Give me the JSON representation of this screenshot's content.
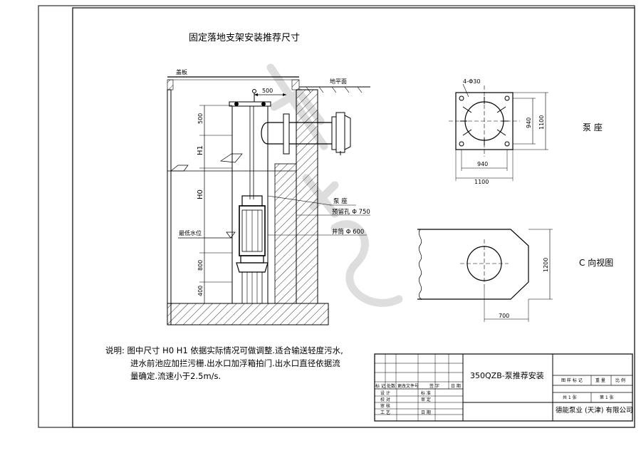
{
  "title": "固定落地支架安装推荐尺寸",
  "labels": {
    "cover_plate": "盖板",
    "ground": "地平面",
    "dim_500_top": "500",
    "dim_500_v": "500",
    "h1": "H1",
    "h0": "H0",
    "dim_800": "800",
    "dim_400": "400",
    "min_water": "最低水位",
    "pump_seat": "泵 座",
    "reserved_hole": "预留孔 Φ 750",
    "well_pipe": "井筒 Φ 600"
  },
  "seat_view": {
    "holes": "4-Φ30",
    "w_inner": "940",
    "w_outer": "1100",
    "h_inner": "940",
    "h_outer": "1100",
    "name": "泵 座"
  },
  "c_view": {
    "h": "1200",
    "w": "700",
    "name": "C 向视图"
  },
  "note": {
    "line1": "说明: 图中尺寸 H0 H1 依据实际情况可做调整.适合输送轻度污水,",
    "line2": "进水前池应加拦污栅.出水口加浮箱拍门.出水口直径依据流",
    "line3": "量确定.流速小于2.5m/s."
  },
  "title_block": {
    "drawing_name": "350QZB-泵推荐安装",
    "company": "德能泵业 (天津) 有限公司",
    "mark": "图 样 标 记",
    "weight": "重 量",
    "scale": "比 例",
    "sheets_total": "共  1  张",
    "sheet_no": "第  1  张",
    "rev_headers": [
      "标 记",
      "处数",
      "更改文件号",
      "签 字",
      "日 期"
    ],
    "row_design": "设 计",
    "row_check": "校 对",
    "row_review": "审 核",
    "row_process": "工 艺",
    "std": "标 准",
    "approve": "审 定",
    "date": "日 期"
  }
}
